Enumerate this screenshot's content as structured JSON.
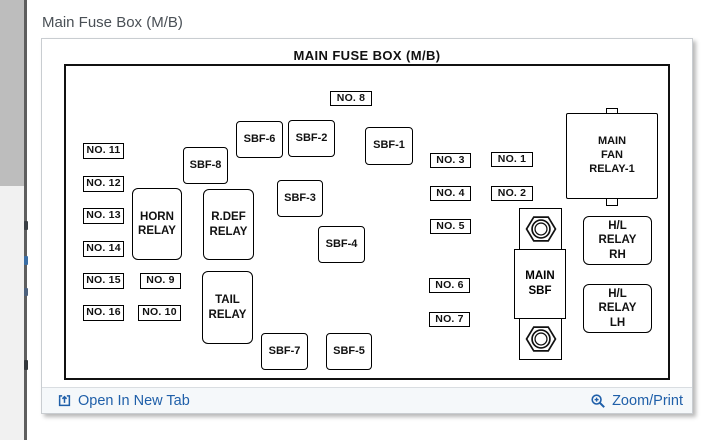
{
  "page": {
    "heading": "Main Fuse Box (M/B)"
  },
  "viewer": {
    "diagram_title": "MAIN FUSE BOX (M/B)",
    "components": [
      {
        "id": "no8",
        "label": "NO. 8"
      },
      {
        "id": "no11",
        "label": "NO. 11"
      },
      {
        "id": "no12",
        "label": "NO. 12"
      },
      {
        "id": "no13",
        "label": "NO. 13"
      },
      {
        "id": "no14",
        "label": "NO. 14"
      },
      {
        "id": "no15",
        "label": "NO. 15"
      },
      {
        "id": "no16",
        "label": "NO. 16"
      },
      {
        "id": "no9",
        "label": "NO. 9"
      },
      {
        "id": "no10",
        "label": "NO. 10"
      },
      {
        "id": "horn-relay",
        "label": "HORN\nRELAY"
      },
      {
        "id": "sbf8",
        "label": "SBF-8"
      },
      {
        "id": "rdef-relay",
        "label": "R.DEF\nRELAY"
      },
      {
        "id": "tail-relay",
        "label": "TAIL\nRELAY"
      },
      {
        "id": "sbf6",
        "label": "SBF-6"
      },
      {
        "id": "sbf2",
        "label": "SBF-2"
      },
      {
        "id": "sbf1",
        "label": "SBF-1"
      },
      {
        "id": "sbf3",
        "label": "SBF-3"
      },
      {
        "id": "sbf4",
        "label": "SBF-4"
      },
      {
        "id": "sbf7",
        "label": "SBF-7"
      },
      {
        "id": "sbf5",
        "label": "SBF-5"
      },
      {
        "id": "no3",
        "label": "NO. 3"
      },
      {
        "id": "no1",
        "label": "NO. 1"
      },
      {
        "id": "no4",
        "label": "NO. 4"
      },
      {
        "id": "no2",
        "label": "NO. 2"
      },
      {
        "id": "no5",
        "label": "NO. 5"
      },
      {
        "id": "no6",
        "label": "NO. 6"
      },
      {
        "id": "no7",
        "label": "NO. 7"
      },
      {
        "id": "main-fan-relay-1",
        "label": "MAIN\nFAN\nRELAY-1"
      },
      {
        "id": "hl-relay-rh",
        "label": "H/L\nRELAY\nRH"
      },
      {
        "id": "hl-relay-lh",
        "label": "H/L\nRELAY\nLH"
      },
      {
        "id": "main-sbf",
        "label": "MAIN\nSBF"
      }
    ],
    "footer": {
      "open_in_new_tab": "Open In New Tab",
      "zoom_print": "Zoom/Print"
    }
  },
  "colors": {
    "link_blue": "#1f5fa9",
    "diagram_ink": "#111111"
  }
}
